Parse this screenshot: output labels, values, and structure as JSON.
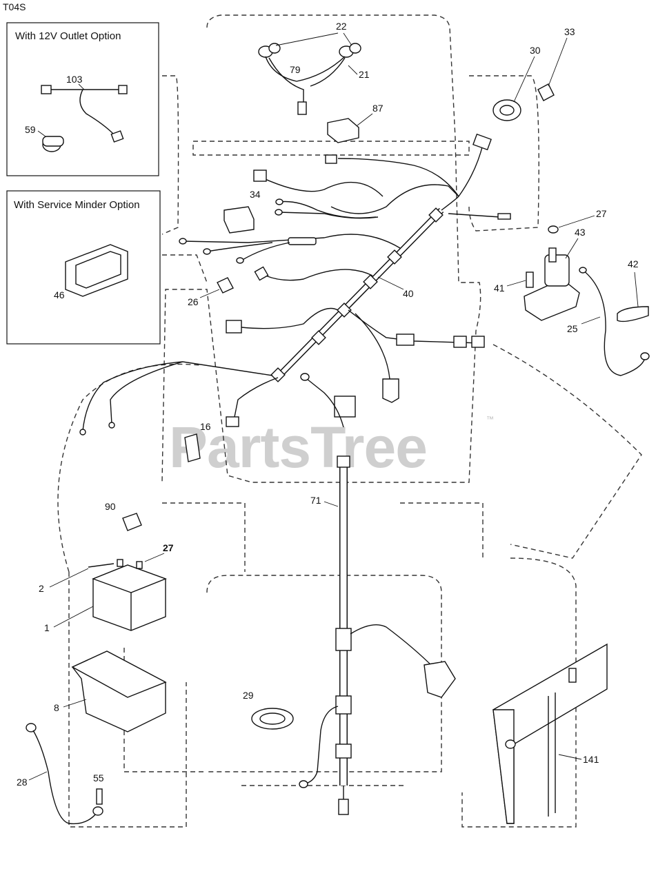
{
  "diagram_code": "T04S",
  "watermark": "PartsTree",
  "trademark": "™",
  "option_boxes": {
    "outlet_12v": {
      "title": "With 12V Outlet Option",
      "callouts": [
        "103",
        "59"
      ]
    },
    "service_minder": {
      "title": "With Service Minder Option",
      "callouts": [
        "46"
      ]
    }
  },
  "callouts": {
    "c22": "22",
    "c79": "79",
    "c21": "21",
    "c87": "87",
    "c33": "33",
    "c30": "30",
    "c27a": "27",
    "c43": "43",
    "c42": "42",
    "c41": "41",
    "c25": "25",
    "c34": "34",
    "c40": "40",
    "c26": "26",
    "c16": "16",
    "c71": "71",
    "c90": "90",
    "c27b": "27",
    "c2": "2",
    "c1": "1",
    "c8": "8",
    "c29": "29",
    "c28": "28",
    "c55": "55",
    "c141": "141"
  }
}
